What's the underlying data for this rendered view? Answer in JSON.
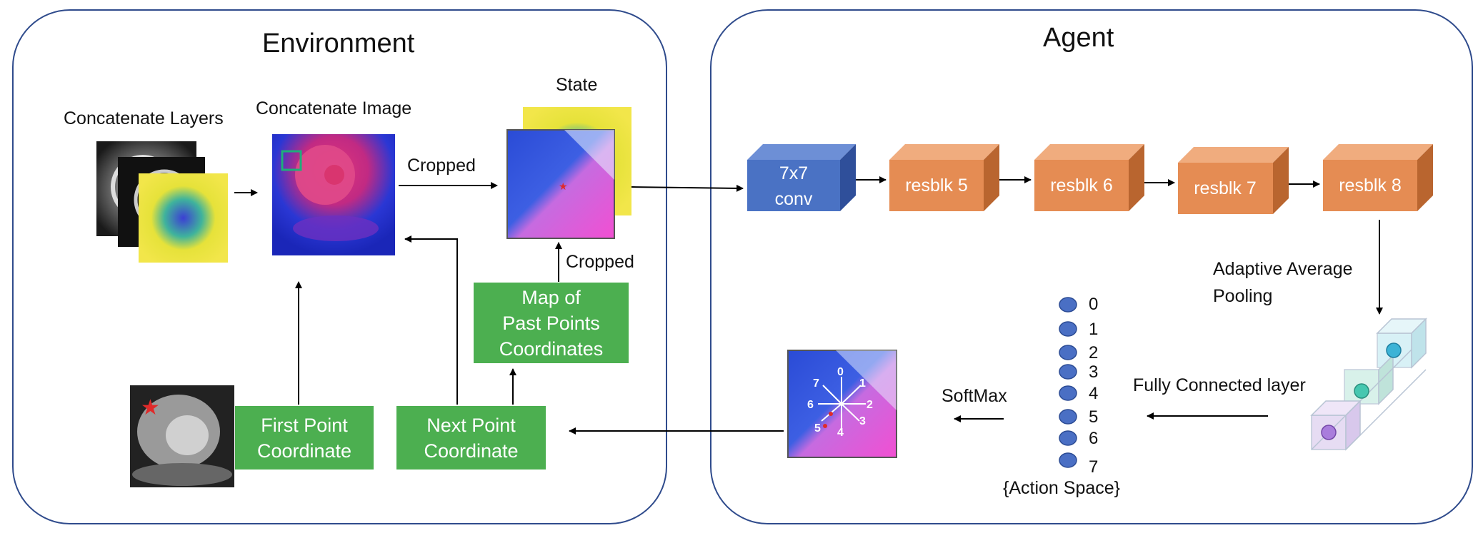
{
  "environment": {
    "title": "Environment",
    "concat_layers_label": "Concatenate Layers",
    "concat_image_label": "Concatenate Image",
    "cropped_label_1": "Cropped",
    "state_label": "State",
    "cropped_label_2": "Cropped",
    "map_box": [
      "Map of",
      "Past Points",
      "Coordinates"
    ],
    "first_point_box": [
      "First Point",
      "Coordinate"
    ],
    "next_point_box": [
      "Next Point",
      "Coordinate"
    ]
  },
  "agent": {
    "title": "Agent",
    "conv_block": [
      "7x7",
      "conv"
    ],
    "resblocks": [
      "resblk 5",
      "resblk 6",
      "resblk 7",
      "resblk 8"
    ],
    "pooling_label": [
      "Adaptive Average",
      "Pooling"
    ],
    "fc_label": "Fully Connected layer",
    "softmax_label": "SoftMax",
    "action_values": [
      "0",
      "1",
      "2",
      "3",
      "4",
      "5",
      "6",
      "7"
    ],
    "action_space_label": "{Action Space}",
    "compass_labels": [
      "0",
      "1",
      "2",
      "3",
      "4",
      "5",
      "6",
      "7"
    ]
  },
  "colors": {
    "panel_border": "#2f4b8c",
    "green_box": "#4caf50",
    "conv_blue": "#4a72c4",
    "resblock_orange": "#e58c53",
    "action_dot": "#4a6fc4"
  }
}
